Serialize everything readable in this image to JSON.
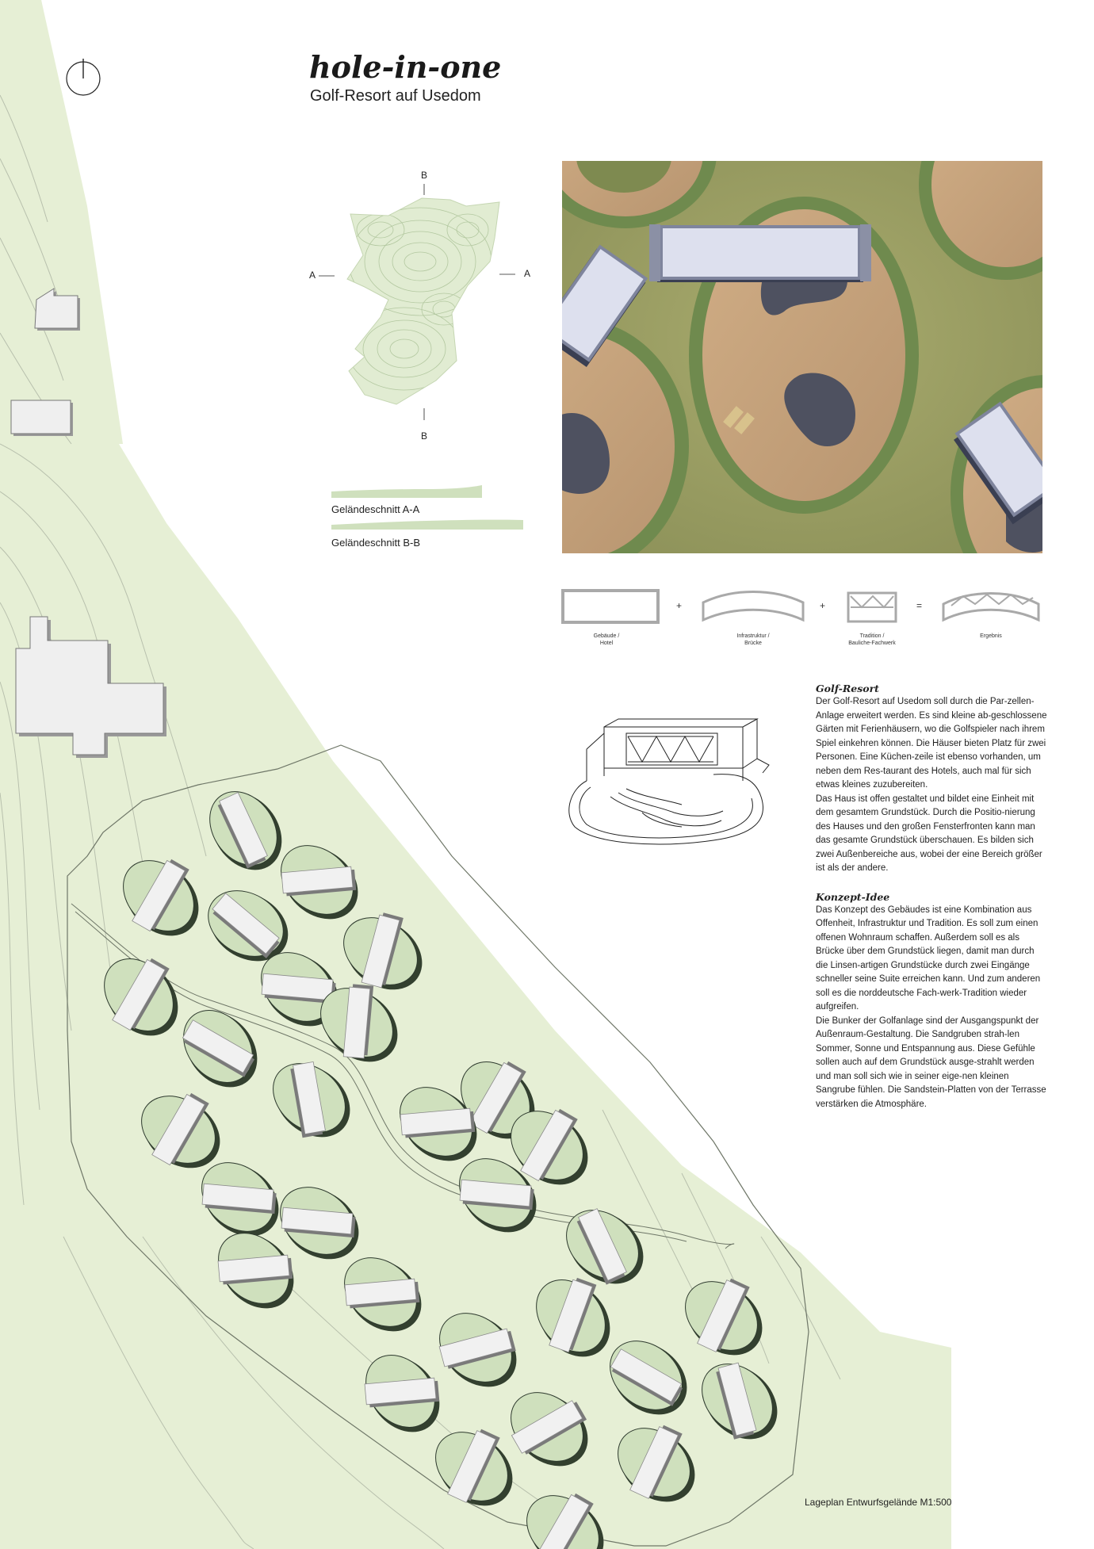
{
  "header": {
    "title": "hole-in-one",
    "subtitle": "Golf-Resort auf Usedom"
  },
  "north_arrow": {
    "icon": "north-arrow-icon"
  },
  "terrain_map": {
    "markers": {
      "top": "B",
      "bottom": "B",
      "left": "A",
      "right": "A"
    },
    "section_a_label": "Geländeschnitt A-A",
    "section_b_label": "Geländeschnitt B-B"
  },
  "concept_diagram": {
    "items": [
      {
        "caption_line1": "Gebäude /",
        "caption_line2": "Hotel"
      },
      {
        "caption_line1": "Infrastruktur /",
        "caption_line2": "Brücke"
      },
      {
        "caption_line1": "Tradition /",
        "caption_line2": "Bauliche-Fachwerk"
      },
      {
        "caption_line1": "Ergebnis",
        "caption_line2": ""
      }
    ],
    "operators": [
      "+",
      "+",
      "="
    ]
  },
  "text": {
    "golf_resort": {
      "heading": "Golf-Resort",
      "p1": "Der Golf-Resort auf Usedom soll durch die Par-zellen-Anlage erweitert werden. Es sind kleine ab-geschlossene Gärten mit Ferienhäusern, wo die Golfspieler nach ihrem Spiel einkehren können. Die Häuser bieten Platz für zwei Personen. Eine Küchen-zeile ist ebenso vorhanden, um neben dem Res-taurant des Hotels, auch mal für sich etwas kleines zuzubereiten.",
      "p2": "Das Haus ist offen gestaltet und bildet eine Einheit mit dem gesamtem Grundstück. Durch die Positio-nierung des Hauses und den großen Fensterfronten kann man das gesamte Grundstück überschauen. Es bilden sich zwei Außenbereiche aus, wobei der eine Bereich größer ist als der andere."
    },
    "konzept": {
      "heading": "Konzept-Idee",
      "p1": "Das Konzept des Gebäudes ist eine Kombination aus Offenheit, Infrastruktur und Tradition. Es soll zum einen offenen Wohnraum schaffen. Außerdem soll es als Brücke über dem Grundstück liegen, damit man durch die Linsen-artigen Grundstücke durch zwei Eingänge schneller seine Suite erreichen kann. Und zum anderen soll es die norddeutsche Fach-werk-Tradition wieder aufgreifen.",
      "p2": "Die Bunker der Golfanlage sind der Ausgangspunkt der Außenraum-Gestaltung. Die Sandgruben strah-len Sommer, Sonne und Entspannung aus. Diese Gefühle sollen auch auf dem Grundstück ausge-strahlt werden und man soll sich wie in seiner eige-nen kleinen Sangrube fühlen. Die Sandstein-Platten von der Terrasse verstärken die Atmosphäre."
    }
  },
  "site_plan": {
    "caption": "Lageplan Entwurfsgelände M1:500"
  },
  "colors": {
    "land": "#e6efd5",
    "plot": "#cfe0bd",
    "plot_edge": "#2e3a2e",
    "building": "#f1f1f1",
    "render_grass": "#9aa162",
    "render_hedge": "#6f8a4e"
  }
}
